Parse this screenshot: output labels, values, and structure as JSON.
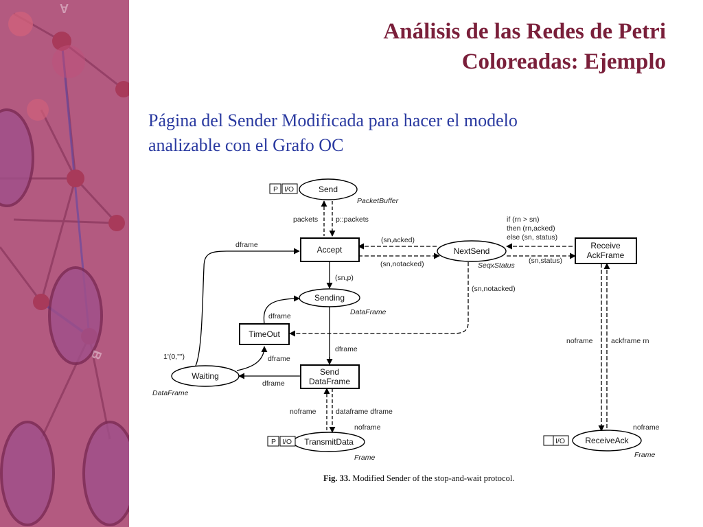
{
  "slide": {
    "title_line1": "Análisis de las Redes de Petri",
    "title_line2": "Coloreadas: Ejemplo",
    "subtitle_line1": "Página del Sender Modificada para hacer el modelo",
    "subtitle_line2": "analizable con el Grafo OC",
    "sidebar_letters": {
      "a": "A",
      "b": "B"
    }
  },
  "diagram": {
    "places": {
      "send": "Send",
      "sending": "Sending",
      "waiting": "Waiting",
      "nextsend": "NextSend",
      "transmitdata": "TransmitData",
      "receiveack": "ReceiveAck"
    },
    "transitions": {
      "accept": "Accept",
      "timeout": "TimeOut",
      "senddataframe_1": "Send",
      "senddataframe_2": "DataFrame",
      "receiveackframe_1": "Receive",
      "receiveackframe_2": "AckFrame"
    },
    "colorsets": {
      "packetbuffer": "PacketBuffer",
      "dataframe_sending": "DataFrame",
      "dataframe_waiting": "DataFrame",
      "seqxstatus": "SeqxStatus",
      "frame_transmit": "Frame",
      "frame_receive": "Frame"
    },
    "port_tags": {
      "p": "P",
      "io": "I/O"
    },
    "arc_labels": {
      "packets": "packets",
      "p_packets": "p::packets",
      "dframe_top": "dframe",
      "sn_acked": "(sn,acked)",
      "sn_notacked_1": "(sn,notacked)",
      "sn_p": "(sn,p)",
      "sn_notacked_2": "(sn,notacked)",
      "guard_1": "if (rn > sn)",
      "guard_2": "then (rn,acked)",
      "guard_3": "else (sn, status)",
      "sn_status": "(sn,status)",
      "dframe_timeout": "dframe",
      "dframe_send": "dframe",
      "initial_marking": "1'(0,\"\")",
      "dframe_waiting_in": "dframe",
      "dframe_waiting_out": "dframe",
      "noframe_left": "noframe",
      "dataframe_dframe": "dataframe dframe",
      "noframe_below": "noframe",
      "noframe_right": "noframe",
      "ackframe_rn": "ackframe rn",
      "noframe_receive": "noframe"
    },
    "caption_bold": "Fig. 33.",
    "caption_text": " Modified Sender of the stop-and-wait protocol."
  },
  "colors": {
    "sidebar_bg": "#b35a80",
    "title": "#7a1f3a",
    "subtitle": "#2a3aa0"
  }
}
